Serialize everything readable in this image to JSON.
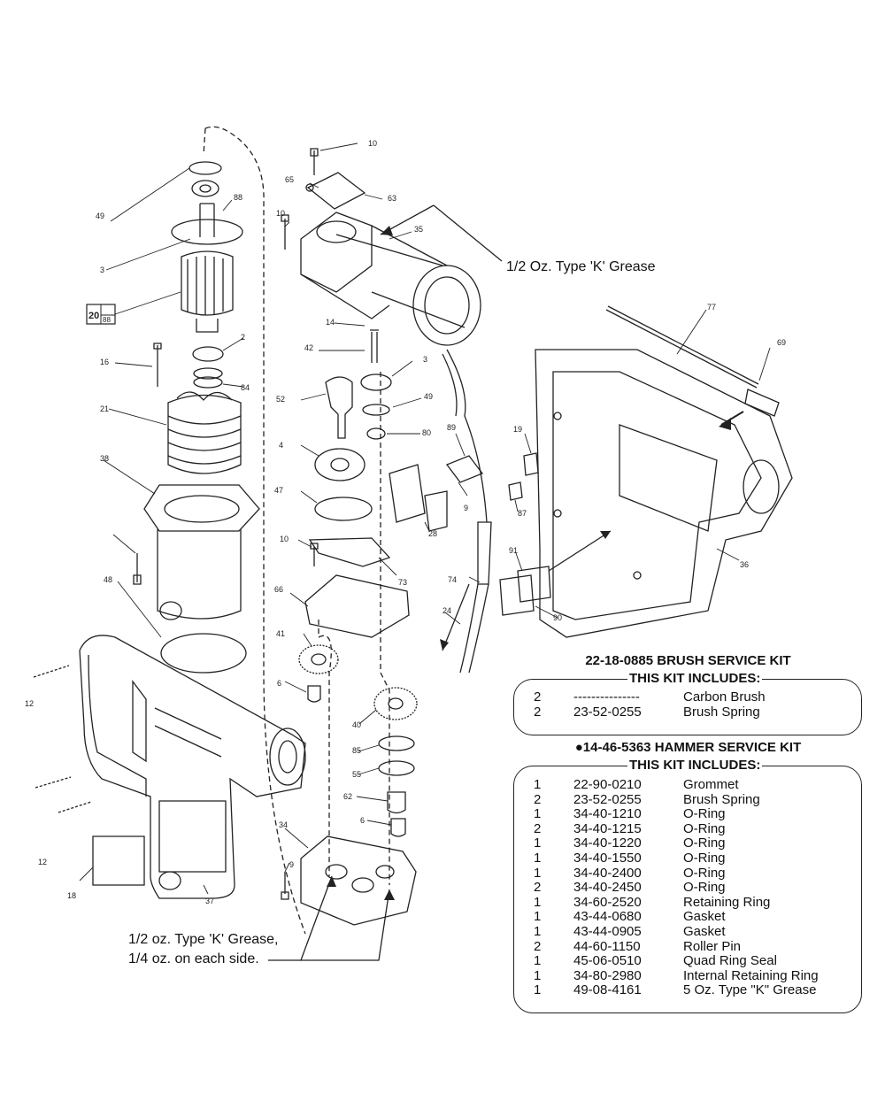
{
  "callouts": {
    "top_right_grease": "1/2 Oz. Type 'K' Grease",
    "bottom_grease_line1": "1/2 oz. Type 'K' Grease,",
    "bottom_grease_line2": "1/4 oz. on each side.",
    "inset_num_top": "20",
    "inset_num_bottom": "88"
  },
  "part_labels": [
    "10",
    "65",
    "63",
    "49",
    "88",
    "10",
    "35",
    "3",
    "14",
    "42",
    "3",
    "49",
    "80",
    "2",
    "16",
    "84",
    "21",
    "52",
    "4",
    "38",
    "47",
    "10",
    "48",
    "66",
    "73",
    "41",
    "6",
    "12",
    "40",
    "85",
    "55",
    "62",
    "12",
    "6",
    "34",
    "9",
    "18",
    "37",
    "77",
    "69",
    "19",
    "87",
    "89",
    "9",
    "28",
    "91",
    "74",
    "24",
    "90",
    "36"
  ],
  "brush_kit": {
    "title": "22-18-0885 BRUSH SERVICE KIT",
    "subtitle": "THIS KIT INCLUDES:",
    "rows": [
      {
        "qty": "2",
        "part": "---------------",
        "desc": "Carbon Brush"
      },
      {
        "qty": "2",
        "part": "23-52-0255",
        "desc": "Brush Spring"
      }
    ]
  },
  "hammer_kit": {
    "title": "●14-46-5363 HAMMER SERVICE KIT",
    "subtitle": "THIS KIT INCLUDES:",
    "rows": [
      {
        "qty": "1",
        "part": "22-90-0210",
        "desc": "Grommet"
      },
      {
        "qty": "2",
        "part": "23-52-0255",
        "desc": "Brush Spring"
      },
      {
        "qty": "1",
        "part": "34-40-1210",
        "desc": "O-Ring"
      },
      {
        "qty": "2",
        "part": "34-40-1215",
        "desc": "O-Ring"
      },
      {
        "qty": "1",
        "part": "34-40-1220",
        "desc": "O-Ring"
      },
      {
        "qty": "1",
        "part": "34-40-1550",
        "desc": "O-Ring"
      },
      {
        "qty": "1",
        "part": "34-40-2400",
        "desc": "O-Ring"
      },
      {
        "qty": "2",
        "part": "34-40-2450",
        "desc": "O-Ring"
      },
      {
        "qty": "1",
        "part": "34-60-2520",
        "desc": "Retaining Ring"
      },
      {
        "qty": "1",
        "part": "43-44-0680",
        "desc": "Gasket"
      },
      {
        "qty": "1",
        "part": "43-44-0905",
        "desc": "Gasket"
      },
      {
        "qty": "2",
        "part": "44-60-1150",
        "desc": "Roller Pin"
      },
      {
        "qty": "1",
        "part": "45-06-0510",
        "desc": "Quad Ring Seal"
      },
      {
        "qty": "1",
        "part": "34-80-2980",
        "desc": "Internal Retaining Ring"
      },
      {
        "qty": "1",
        "part": "49-08-4161",
        "desc": "5 Oz. Type \"K\" Grease"
      }
    ]
  }
}
